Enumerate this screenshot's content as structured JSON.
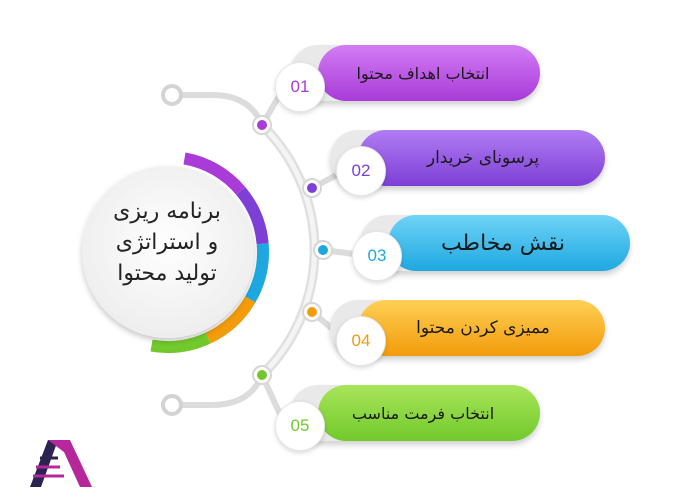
{
  "center": {
    "lines": [
      "برنامه ریزی",
      "و استراتژی",
      "تولید محتوا"
    ]
  },
  "items": [
    {
      "number": "01",
      "label": "انتخاب اهداف محتوا",
      "color": "#a93bd8",
      "light": "#d27cf4"
    },
    {
      "number": "02",
      "label": "پرسونای خریدار",
      "color": "#7e3fd6",
      "light": "#b07cf2"
    },
    {
      "number": "03",
      "label": "نقش مخاطب",
      "color": "#1ea8e0",
      "light": "#6fd3f7"
    },
    {
      "number": "04",
      "label": "ممیزی کردن محتوا",
      "color": "#f29b0b",
      "light": "#ffd055"
    },
    {
      "number": "05",
      "label": "انتخاب فرمت مناسب",
      "color": "#72c92c",
      "light": "#a8e55a"
    }
  ]
}
